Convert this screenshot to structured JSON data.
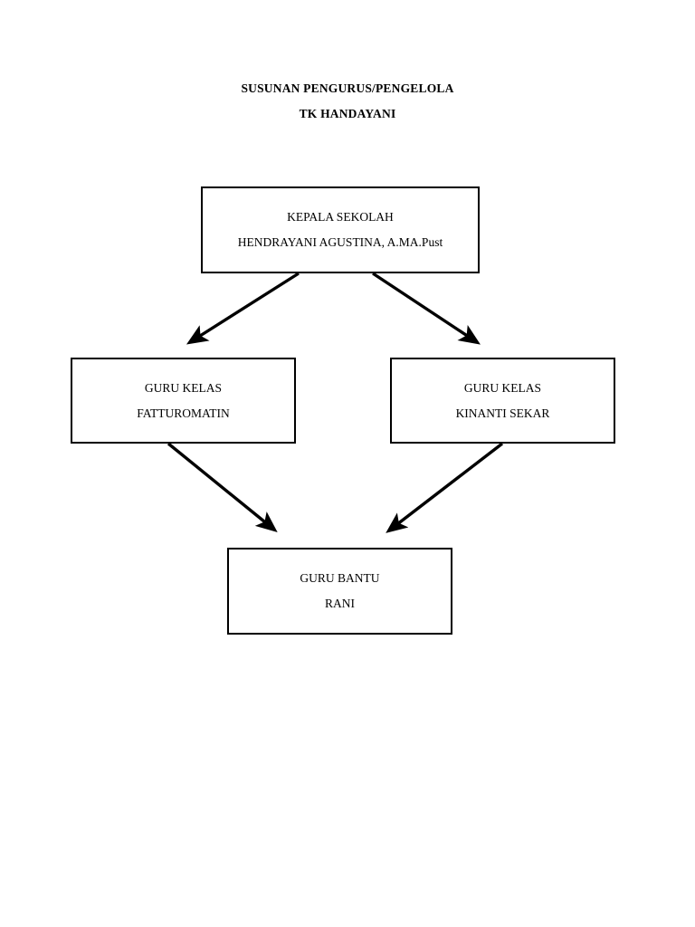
{
  "document": {
    "title_lines": [
      "SUSUNAN PENGURUS/PENGELOLA",
      "TK HANDAYANI"
    ],
    "page_background": "#ffffff",
    "ink_color": "#000000"
  },
  "org_chart": {
    "type": "hierarchy-diagram",
    "nodes": [
      {
        "id": "kepala-sekolah",
        "role": "KEPALA SEKOLAH",
        "name": "HENDRAYANI AGUSTINA, A.MA.Pust",
        "level": 1
      },
      {
        "id": "guru-kelas-kiri",
        "role": "GURU KELAS",
        "name": "FATTUROMATIN",
        "level": 2
      },
      {
        "id": "guru-kelas-kanan",
        "role": "GURU KELAS",
        "name": "KINANTI SEKAR",
        "level": 2
      },
      {
        "id": "guru-bantu",
        "role": "GURU BANTU",
        "name": "RANI",
        "level": 3
      }
    ],
    "edges": [
      {
        "from": "kepala-sekolah",
        "to": "guru-kelas-kiri",
        "style": "arrow"
      },
      {
        "from": "kepala-sekolah",
        "to": "guru-kelas-kanan",
        "style": "arrow"
      },
      {
        "from": "guru-kelas-kiri",
        "to": "guru-bantu",
        "style": "arrow"
      },
      {
        "from": "guru-kelas-kanan",
        "to": "guru-bantu",
        "style": "arrow"
      }
    ]
  }
}
